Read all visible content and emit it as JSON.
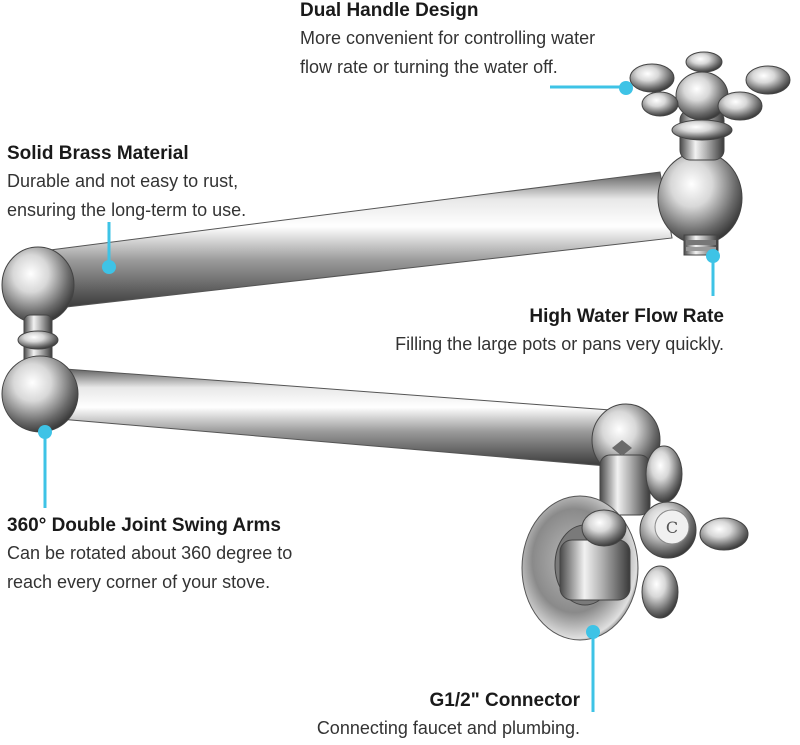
{
  "callouts": {
    "dual_handle": {
      "title": "Dual Handle Design",
      "desc_line1": "More convenient for controlling water",
      "desc_line2": "flow rate or turning the water off."
    },
    "solid_brass": {
      "title": "Solid Brass Material",
      "desc_line1": "Durable and not easy to rust,",
      "desc_line2": "ensuring the long-term to use."
    },
    "high_flow": {
      "title": "High Water Flow Rate",
      "desc_line1": "Filling the large pots or pans very quickly."
    },
    "swing_arms": {
      "title": "360° Double Joint Swing Arms",
      "desc_line1": "Can be rotated about 360 degree to",
      "desc_line2": "reach every corner of your stove."
    },
    "connector": {
      "title": "G1/2\" Connector",
      "desc_line1": "Connecting faucet and plumbing."
    }
  },
  "handle_letter": "C",
  "colors": {
    "accent": "#3ec3e6",
    "chrome_dark": "#4a4a4a",
    "chrome_light": "#f4f4f4"
  }
}
